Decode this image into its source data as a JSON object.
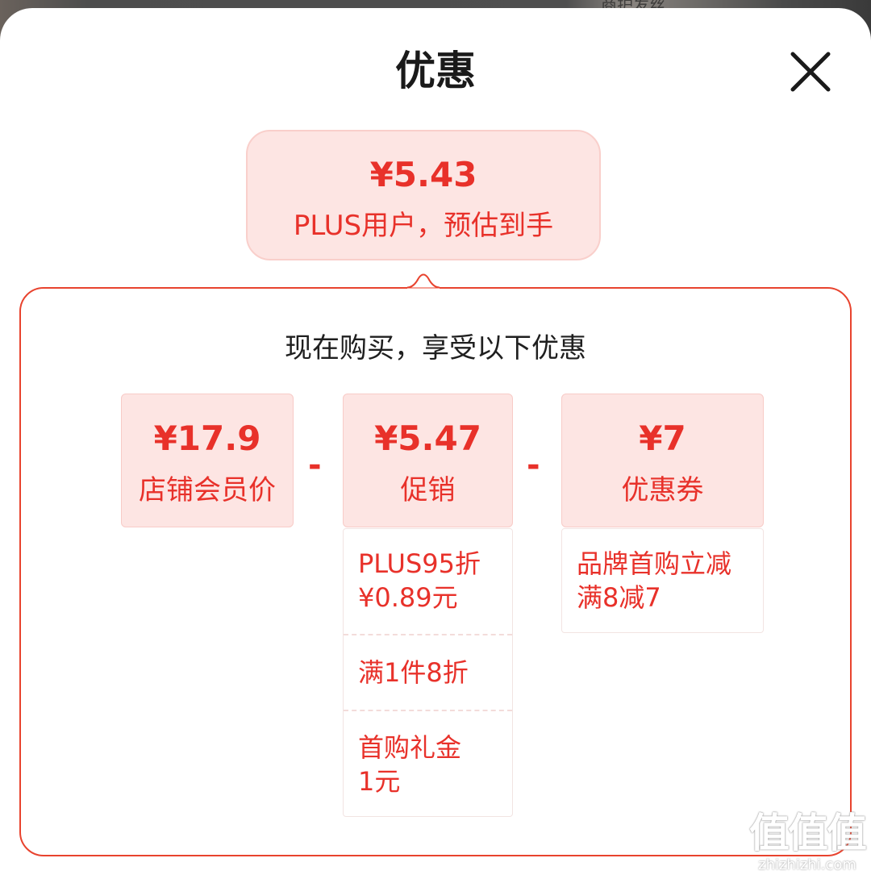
{
  "backdrop": {
    "text": "商护发丝"
  },
  "sheet": {
    "title": "优惠"
  },
  "estimate": {
    "price": "¥5.43",
    "label": "PLUS用户，预估到手"
  },
  "panel": {
    "heading": "现在购买，享受以下优惠",
    "operator": "-",
    "cards": [
      {
        "amount": "¥17.9",
        "label": "店铺会员价"
      },
      {
        "amount": "¥5.47",
        "label": "促销"
      },
      {
        "amount": "¥7",
        "label": "优惠券"
      }
    ],
    "promotions": [
      {
        "line1": "PLUS95折",
        "line2": "¥0.89元"
      },
      {
        "line1": "满1件8折"
      },
      {
        "line1": "首购礼金",
        "line2": "1元"
      }
    ],
    "coupons": [
      {
        "line1": "品牌首购立减",
        "line2": "满8减7"
      }
    ]
  },
  "watermark": {
    "logo": "值值值",
    "url": "zhizhizhi.com"
  },
  "colors": {
    "accent": "#e8312a",
    "card_bg": "#fde5e3",
    "panel_border": "#e8432e"
  },
  "icons": {
    "close": "close-icon"
  }
}
